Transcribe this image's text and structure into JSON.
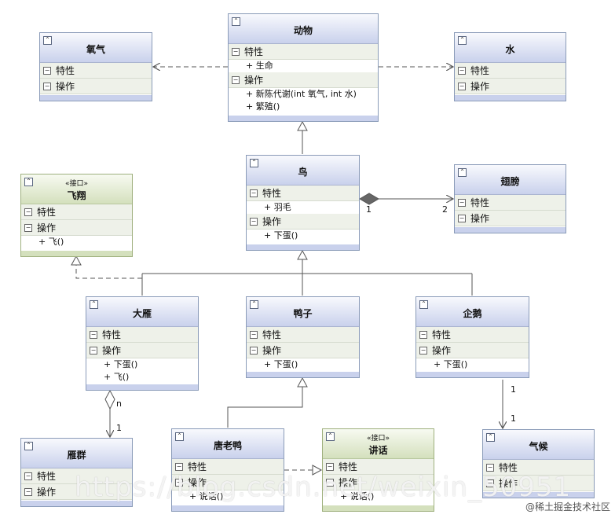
{
  "labels": {
    "attributes": "特性",
    "operations": "操作",
    "interface_stereotype": "«接口»"
  },
  "classes": {
    "oxygen": {
      "name": "氧气"
    },
    "animal": {
      "name": "动物",
      "attributes": [
        "+ 生命"
      ],
      "operations": [
        "+ 新陈代谢(int 氧气, int 水)",
        "+ 繁殖()"
      ]
    },
    "water": {
      "name": "水"
    },
    "fly": {
      "name": "飞翔",
      "operations": [
        "+ 飞()"
      ]
    },
    "bird": {
      "name": "鸟",
      "attributes": [
        "+ 羽毛"
      ],
      "operations": [
        "+ 下蛋()"
      ]
    },
    "wing": {
      "name": "翅膀"
    },
    "goose": {
      "name": "大雁",
      "operations": [
        "+ 下蛋()",
        "+ 飞()"
      ]
    },
    "duck": {
      "name": "鸭子",
      "operations": [
        "+ 下蛋()"
      ]
    },
    "penguin": {
      "name": "企鹅",
      "operations": [
        "+ 下蛋()"
      ]
    },
    "goose_flock": {
      "name": "雁群"
    },
    "tang_duck": {
      "name": "唐老鸭",
      "operations": [
        "+ 说话()"
      ]
    },
    "speak": {
      "name": "讲话",
      "operations": [
        "+ 说话()"
      ]
    },
    "climate": {
      "name": "气候"
    }
  },
  "multiplicities": {
    "bird_wing_bird": "1",
    "bird_wing_wing": "2",
    "flock_goose": "n",
    "flock_flock": "1",
    "penguin_top": "1",
    "penguin_bottom": "1"
  },
  "watermark": {
    "text": "https://blog.csdn.net/weixin_50951",
    "credit": "@稀土掘金技术社区"
  }
}
